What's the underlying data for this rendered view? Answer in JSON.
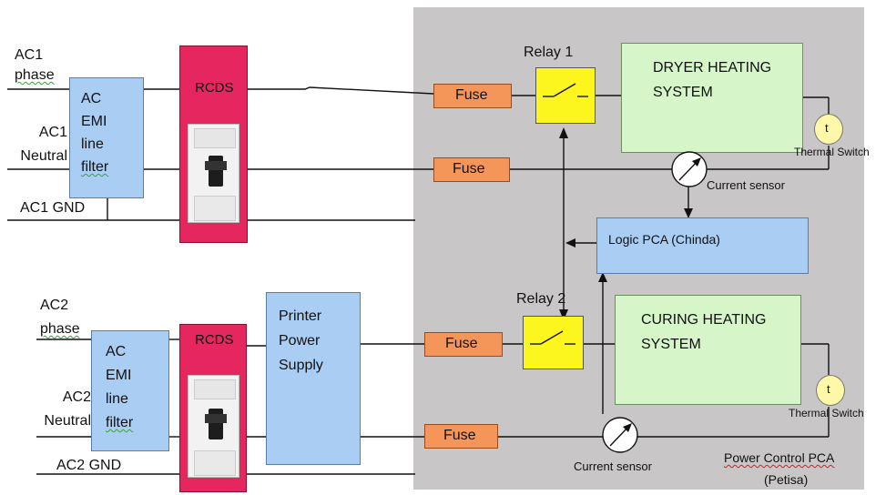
{
  "ac1": {
    "phase_line1": "AC1",
    "phase_line2": "phase",
    "neutral_line1": "AC1",
    "neutral_line2": "Neutral",
    "gnd": "AC1 GND",
    "filter_lines": [
      "AC",
      "EMI",
      "line",
      "filter"
    ]
  },
  "ac2": {
    "phase_line1": "AC2",
    "phase_line2": "phase",
    "neutral_line1": "AC2",
    "neutral_line2": "Neutral",
    "gnd": "AC2 GND",
    "filter_lines": [
      "AC",
      "EMI",
      "line",
      "filter"
    ]
  },
  "rcds_label": "RCDS",
  "printer_power_supply": [
    "Printer",
    "Power",
    "Supply"
  ],
  "fuse_label": "Fuse",
  "relay1_label": "Relay 1",
  "relay2_label": "Relay 2",
  "dryer_heating": [
    "DRYER HEATING",
    "SYSTEM"
  ],
  "curing_heating": [
    "CURING HEATING",
    "SYSTEM"
  ],
  "logic_pca": "Logic PCA (Chinda)",
  "thermal_switch": "Thermal Switch",
  "thermal_symbol": "t",
  "current_sensor": "Current sensor",
  "power_control_pca_line1": "Power Control PCA",
  "power_control_pca_line2": "(Petisa)",
  "colors": {
    "panel": "#c9c6c7",
    "filter": "#a9cdf3",
    "rcds": "#e5265f",
    "fuse": "#f4955a",
    "relay": "#fcf61e",
    "heating": "#d6f5c8",
    "logic": "#a9cdf3",
    "thermal": "#fff8a8"
  }
}
